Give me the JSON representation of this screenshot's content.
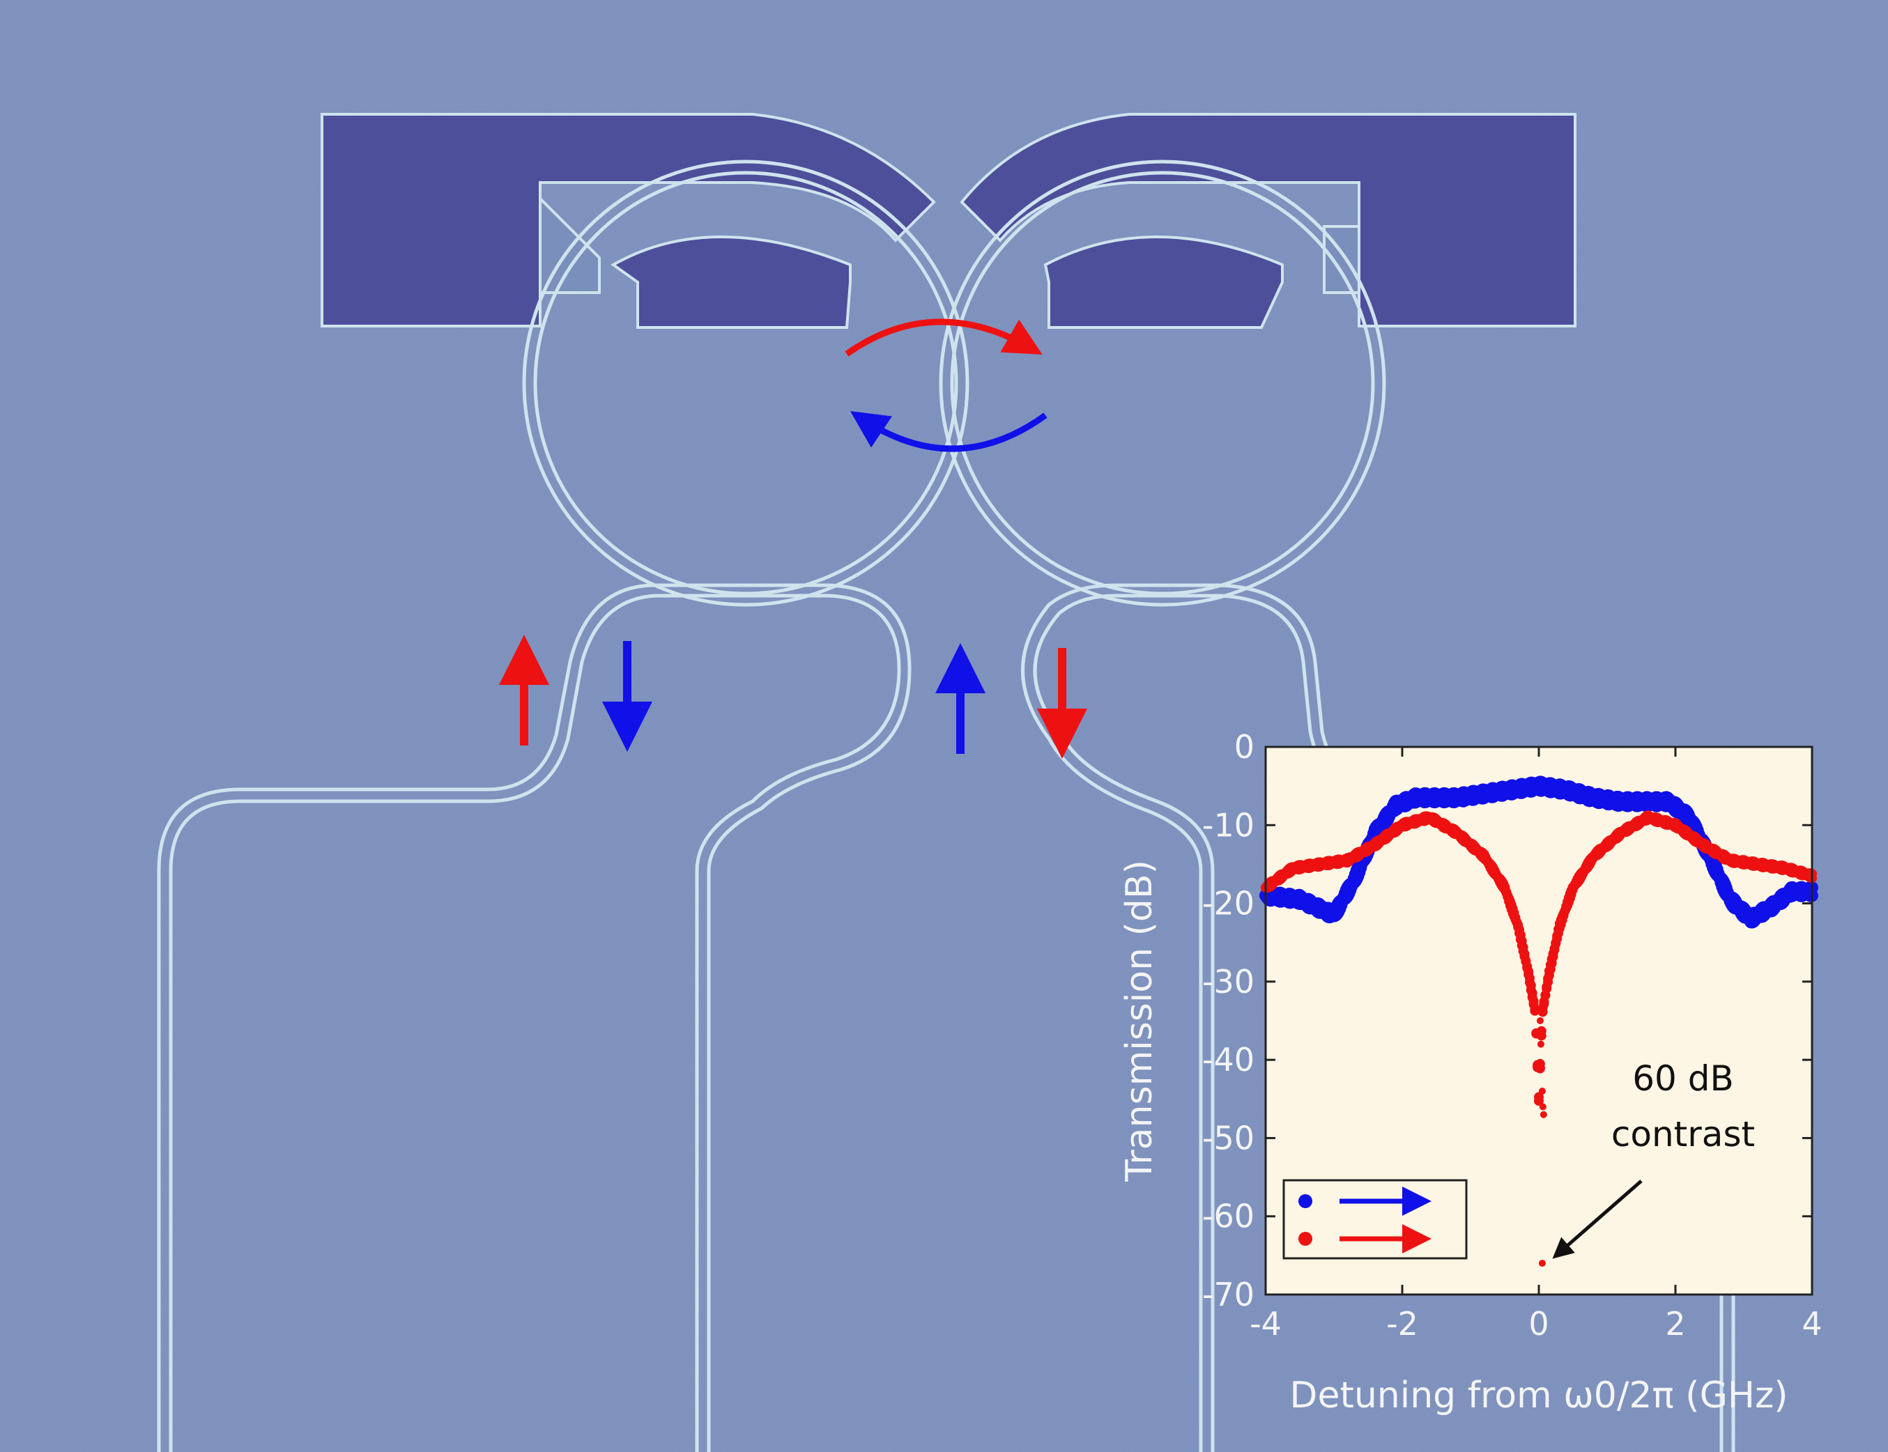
{
  "colors": {
    "background": "#7b8fbc",
    "waveguide": "#cfe3ee",
    "electrode": "#4e4f9a",
    "plot_bg": "#fdf6e4",
    "forward": "#1010e8",
    "backward": "#ee1111"
  },
  "chart_data": {
    "type": "scatter",
    "xlabel": "Detuning from ω0/2π (GHz)",
    "ylabel": "Transmission (dB)",
    "xlim": [
      -4,
      4
    ],
    "ylim": [
      -70,
      0
    ],
    "xticks": [
      "-4",
      "-2",
      "0",
      "2",
      "4"
    ],
    "yticks": [
      "0",
      "-10",
      "-20",
      "-30",
      "-40",
      "-50",
      "-60",
      "-70"
    ],
    "annotation": {
      "line1": "60 dB",
      "line2": "contrast",
      "points_to": [
        0.2,
        -66
      ]
    },
    "legend": {
      "placement": "bottom-left"
    },
    "series": [
      {
        "color": "#1010e8",
        "x": [
          -4,
          -3.5,
          -3.0,
          -2.7,
          -2.4,
          -2.1,
          -1.8,
          -1.5,
          -1.2,
          -0.8,
          -0.4,
          0,
          0.4,
          0.8,
          1.2,
          1.6,
          1.9,
          2.2,
          2.5,
          2.8,
          3.1,
          3.4,
          3.7,
          4.0
        ],
        "y": [
          -19,
          -19.5,
          -21.5,
          -17,
          -11,
          -7.5,
          -6.5,
          -6.5,
          -6.5,
          -6,
          -5.5,
          -5,
          -5.5,
          -6.5,
          -7,
          -7,
          -7,
          -9,
          -14,
          -19.5,
          -22,
          -20.5,
          -18.5,
          -18.5
        ]
      },
      {
        "color": "#ee1111",
        "x": [
          -4,
          -3.6,
          -3.2,
          -2.8,
          -2.4,
          -2.0,
          -1.6,
          -1.2,
          -0.8,
          -0.5,
          -0.3,
          -0.15,
          -0.05,
          0,
          0.05,
          0.15,
          0.3,
          0.5,
          0.8,
          1.2,
          1.6,
          2.0,
          2.4,
          2.8,
          3.2,
          3.6,
          4.0
        ],
        "y": [
          -18,
          -15.5,
          -15,
          -14.5,
          -12.5,
          -10,
          -9,
          -11,
          -14,
          -18,
          -23,
          -29,
          -34,
          -45,
          -34,
          -29,
          -23,
          -18,
          -14,
          -11,
          -9,
          -10,
          -12.5,
          -14.5,
          -15,
          -15.5,
          -16.5
        ]
      }
    ],
    "outlier": {
      "color": "#ee1111",
      "x": 0.05,
      "y": -66
    }
  }
}
